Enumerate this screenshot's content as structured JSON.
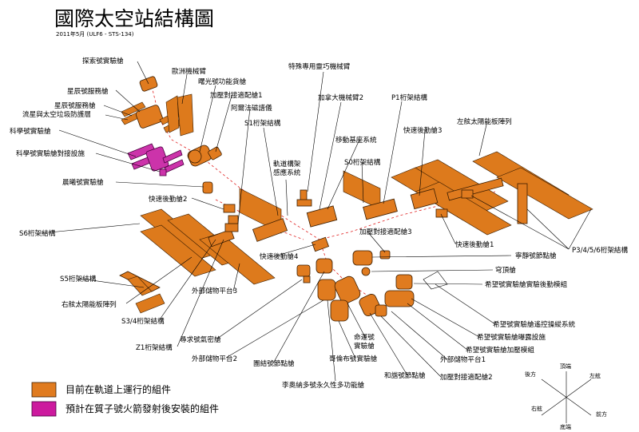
{
  "title": "國際太空站結構圖",
  "subtitle": "2011年5月 (ULF6 - STS-134)",
  "colors": {
    "in_orbit": "#e07b1f",
    "planned": "#cc1a9e"
  },
  "legend": [
    {
      "label": "目前在軌道上運行的組件"
    },
    {
      "label": "預計在質子號火箭發射後安裝的組件"
    }
  ],
  "labels": {
    "tansuo": "探索號實驗艙",
    "european_arm": "歐洲機械臂",
    "kibo_light": "曙光號功能貨艙",
    "xingchen_svc_a": "星辰號服務艙",
    "pma1": "加壓對接適配艙1",
    "alpha_mag": "阿爾法磁譜儀",
    "special_dex": "特殊專用靈巧機械臂",
    "canadarm2": "加拿大機械臂2",
    "p1": "P1桁架結構",
    "xingchen_svc_b": "星辰號服務艙",
    "flow_guard": "流星與太空垃圾防護層",
    "s1": "S1桁架結構",
    "science_lab": "科學號實驗艙",
    "docking": "科學號實驗艙對接設施",
    "track": "軌道構架",
    "sensing": "感應系統",
    "mobile_base": "移動基座系統",
    "soyuz3": "快速後勤艙3",
    "left_array": "左舷太陽能板陣列",
    "s0": "S0桁架結構",
    "dawn_lab": "晨曦號實驗艙",
    "soyuz2": "快速後勤艙2",
    "s6": "S6桁架結構",
    "pma3": "加壓對接適配艙3",
    "soyuz1": "快速後勤艙1",
    "soyuz4": "快速後勤艙4",
    "tranquility": "寧靜號節點艙",
    "p3456": "P3/4/5/6桁架結構",
    "cupola": "穹頂艙",
    "s5": "S5桁架結構",
    "kibo_logistics": "希望號實驗艙實驗後勤模組",
    "right_array": "右舷太陽能板陣列",
    "esp3": "外部儲物平台3",
    "s34": "S3/4桁架結構",
    "kibo_rms": "希望號實驗艙遙控操縱系統",
    "quest": "尋求號氣密艙",
    "kibo_ef": "希望號實驗艙曝露設施",
    "z1": "Z1桁架結構",
    "destiny": "命運號",
    "destiny2": "實驗艙",
    "kibo_pm": "希望號實驗艙加壓模組",
    "esp2": "外部儲物平台2",
    "columbus": "哥倫布號實驗艙",
    "esp1": "外部儲物平台1",
    "unity": "團結號節點艙",
    "harmony": "和諧號節點艙",
    "pma2": "加壓對接適配艙2",
    "leonardo": "李奧納多號永久性多功能艙"
  },
  "axes": {
    "top": "頂端",
    "aft": "後方",
    "port": "左舷",
    "starboard": "右舷",
    "forward": "前方",
    "bottom": "底端"
  }
}
